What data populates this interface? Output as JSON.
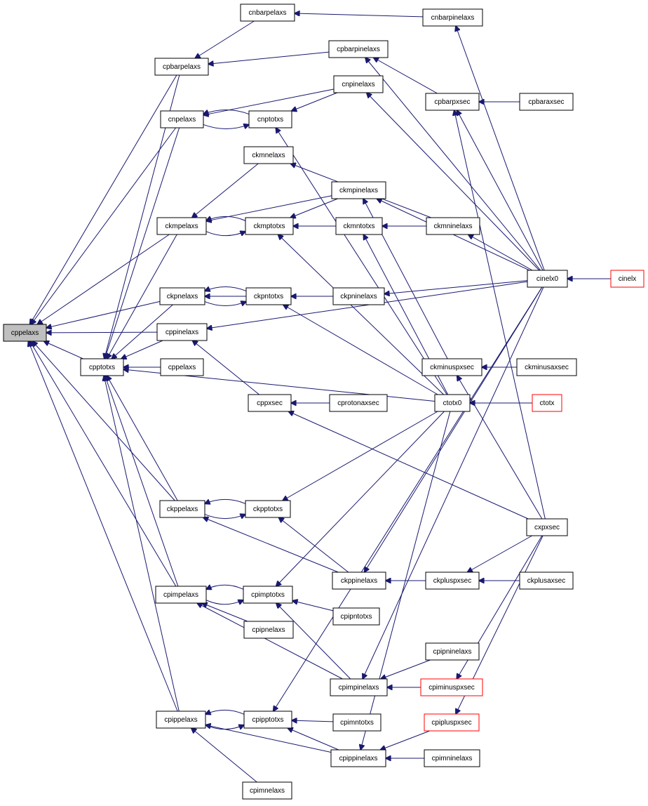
{
  "diagram": {
    "colors": {
      "edge": "#191970",
      "highlight_fill": "#bfbfbf",
      "red_border": "#ff0000",
      "normal_border": "#000000"
    },
    "nodes": [
      {
        "id": "cppelaxs",
        "label": "cppelaxs",
        "style": "highlight"
      },
      {
        "id": "cnbarpelaxs",
        "label": "cnbarpelaxs"
      },
      {
        "id": "cnbarpinelaxs",
        "label": "cnbarpinelaxs"
      },
      {
        "id": "cpbarpinelaxs",
        "label": "cpbarpinelaxs"
      },
      {
        "id": "cpbarpelaxs",
        "label": "cpbarpelaxs"
      },
      {
        "id": "cnpinelaxs",
        "label": "cnpinelaxs"
      },
      {
        "id": "cpbarpxsec",
        "label": "cpbarpxsec"
      },
      {
        "id": "cpbaraxsec",
        "label": "cpbaraxsec"
      },
      {
        "id": "cnpelaxs",
        "label": "cnpelaxs"
      },
      {
        "id": "cnptotxs",
        "label": "cnptotxs"
      },
      {
        "id": "ckmnelaxs",
        "label": "ckmnelaxs"
      },
      {
        "id": "ckmpinelaxs",
        "label": "ckmpinelaxs"
      },
      {
        "id": "ckmpelaxs",
        "label": "ckmpelaxs"
      },
      {
        "id": "ckmptotxs",
        "label": "ckmptotxs"
      },
      {
        "id": "ckmntotxs",
        "label": "ckmntotxs"
      },
      {
        "id": "ckmninelaxs",
        "label": "ckmninelaxs"
      },
      {
        "id": "cinelx0",
        "label": "cinelx0"
      },
      {
        "id": "cinelx",
        "label": "cinelx",
        "style": "red"
      },
      {
        "id": "ckpnelaxs",
        "label": "ckpnelaxs"
      },
      {
        "id": "ckpntotxs",
        "label": "ckpntotxs"
      },
      {
        "id": "ckpninelaxs",
        "label": "ckpninelaxs"
      },
      {
        "id": "cppinelaxs",
        "label": "cppinelaxs"
      },
      {
        "id": "cpptotxs",
        "label": "cpptotxs"
      },
      {
        "id": "cppelaxs2",
        "label": "cppelaxs"
      },
      {
        "id": "ckminuspxsec",
        "label": "ckminuspxsec"
      },
      {
        "id": "ckminusaxsec",
        "label": "ckminusaxsec"
      },
      {
        "id": "cppxsec",
        "label": "cppxsec"
      },
      {
        "id": "cprotonaxsec",
        "label": "cprotonaxsec"
      },
      {
        "id": "ctotx0",
        "label": "ctotx0"
      },
      {
        "id": "ctotx",
        "label": "ctotx",
        "style": "red"
      },
      {
        "id": "ckppelaxs",
        "label": "ckppelaxs"
      },
      {
        "id": "ckpptotxs",
        "label": "ckpptotxs"
      },
      {
        "id": "cxpxsec",
        "label": "cxpxsec"
      },
      {
        "id": "ckppinelaxs",
        "label": "ckppinelaxs"
      },
      {
        "id": "ckpluspxsec",
        "label": "ckpluspxsec"
      },
      {
        "id": "ckplusaxsec",
        "label": "ckplusaxsec"
      },
      {
        "id": "cpimpelaxs",
        "label": "cpimpelaxs"
      },
      {
        "id": "cpimptotxs",
        "label": "cpimptotxs"
      },
      {
        "id": "cpipntotxs",
        "label": "cpipntotxs"
      },
      {
        "id": "cpipnelaxs",
        "label": "cpipnelaxs"
      },
      {
        "id": "cpipninelaxs",
        "label": "cpipninelaxs"
      },
      {
        "id": "cpimpinelaxs",
        "label": "cpimpinelaxs"
      },
      {
        "id": "cpiminuspxsec",
        "label": "cpiminuspxsec",
        "style": "red"
      },
      {
        "id": "cpippelaxs",
        "label": "cpippelaxs"
      },
      {
        "id": "cpipptotxs",
        "label": "cpipptotxs"
      },
      {
        "id": "cpimntotxs",
        "label": "cpimntotxs"
      },
      {
        "id": "cpipluspxsec",
        "label": "cpipluspxsec",
        "style": "red"
      },
      {
        "id": "cpippinelaxs",
        "label": "cpippinelaxs"
      },
      {
        "id": "cpimninelaxs",
        "label": "cpimninelaxs"
      },
      {
        "id": "cpimnelaxs",
        "label": "cpimnelaxs"
      }
    ],
    "edges": [
      [
        "cnbarpinelaxs",
        "cnbarpelaxs"
      ],
      [
        "cnbarpelaxs",
        "cpbarpelaxs"
      ],
      [
        "cpbarpinelaxs",
        "cpbarpelaxs"
      ],
      [
        "cpbarpxsec",
        "cpbarpinelaxs"
      ],
      [
        "cpbaraxsec",
        "cpbarpxsec"
      ],
      [
        "cinelx0",
        "cnbarpinelaxs"
      ],
      [
        "cinelx0",
        "cpbarpinelaxs"
      ],
      [
        "cinelx0",
        "cnpinelaxs"
      ],
      [
        "cnpinelaxs",
        "cnptotxs"
      ],
      [
        "cnpinelaxs",
        "cnpelaxs"
      ],
      [
        "cnptotxs",
        "cnpelaxs"
      ],
      [
        "cnpelaxs",
        "cnptotxs"
      ],
      [
        "ctotx0",
        "cnptotxs"
      ],
      [
        "ckmninelaxs",
        "ckmnelaxs"
      ],
      [
        "ckmnelaxs",
        "ckmpelaxs"
      ],
      [
        "ckmpinelaxs",
        "ckmpelaxs"
      ],
      [
        "ckmpinelaxs",
        "ckmptotxs"
      ],
      [
        "ckmptotxs",
        "ckmpelaxs"
      ],
      [
        "ckmpelaxs",
        "ckmptotxs"
      ],
      [
        "ckmntotxs",
        "ckmptotxs"
      ],
      [
        "ckmninelaxs",
        "ckmntotxs"
      ],
      [
        "cinelx0",
        "ckmninelaxs"
      ],
      [
        "cinelx0",
        "ckmpinelaxs"
      ],
      [
        "ctotx0",
        "ckmptotxs"
      ],
      [
        "ctotx0",
        "ckmntotxs"
      ],
      [
        "ckminuspxsec",
        "ckmpinelaxs"
      ],
      [
        "cinelx",
        "cinelx0"
      ],
      [
        "ckpninelaxs",
        "ckpnelaxs"
      ],
      [
        "ckpninelaxs",
        "ckpntotxs"
      ],
      [
        "ckpntotxs",
        "ckpnelaxs"
      ],
      [
        "ckpnelaxs",
        "ckpntotxs"
      ],
      [
        "cinelx0",
        "ckpninelaxs"
      ],
      [
        "ctotx0",
        "ckpntotxs"
      ],
      [
        "cinelx0",
        "cppinelaxs"
      ],
      [
        "cppxsec",
        "cppinelaxs"
      ],
      [
        "cprotonaxsec",
        "cppxsec"
      ],
      [
        "cxpxsec",
        "cppxsec"
      ],
      [
        "ckminusaxsec",
        "ckminuspxsec"
      ],
      [
        "cxpxsec",
        "ckminuspxsec"
      ],
      [
        "ctotx",
        "ctotx0"
      ],
      [
        "ctotx0",
        "cpptotxs"
      ],
      [
        "cppelaxs2",
        "cpptotxs"
      ],
      [
        "cppinelaxs",
        "cpptotxs"
      ],
      [
        "cpptotxs",
        "cppelaxs"
      ],
      [
        "cppinelaxs",
        "cppelaxs"
      ],
      [
        "cpbarpelaxs",
        "cppelaxs"
      ],
      [
        "cnpelaxs",
        "cppelaxs"
      ],
      [
        "ckmpelaxs",
        "cppelaxs"
      ],
      [
        "ckpnelaxs",
        "cppelaxs"
      ],
      [
        "ckppelaxs",
        "cppelaxs"
      ],
      [
        "cpimpelaxs",
        "cppelaxs"
      ],
      [
        "cpippelaxs",
        "cppelaxs"
      ],
      [
        "cpbarpelaxs",
        "cpptotxs"
      ],
      [
        "cnpelaxs",
        "cpptotxs"
      ],
      [
        "ckmpelaxs",
        "cpptotxs"
      ],
      [
        "ckpnelaxs",
        "cpptotxs"
      ],
      [
        "ckppelaxs",
        "cpptotxs"
      ],
      [
        "cpimpelaxs",
        "cpptotxs"
      ],
      [
        "cpippelaxs",
        "cpptotxs"
      ],
      [
        "ckpptotxs",
        "ckppelaxs"
      ],
      [
        "ckppelaxs",
        "ckpptotxs"
      ],
      [
        "ckppinelaxs",
        "ckppelaxs"
      ],
      [
        "ckppinelaxs",
        "ckpptotxs"
      ],
      [
        "ctotx0",
        "ckpptotxs"
      ],
      [
        "ckpluspxsec",
        "ckppinelaxs"
      ],
      [
        "ckplusaxsec",
        "ckpluspxsec"
      ],
      [
        "cxpxsec",
        "ckpluspxsec"
      ],
      [
        "cinelx0",
        "ckppinelaxs"
      ],
      [
        "cpimptotxs",
        "cpimpelaxs"
      ],
      [
        "cpimpelaxs",
        "cpimptotxs"
      ],
      [
        "cpipntotxs",
        "cpimptotxs"
      ],
      [
        "cpipnelaxs",
        "cpimpelaxs"
      ],
      [
        "cpimpinelaxs",
        "cpimpelaxs"
      ],
      [
        "cpimpinelaxs",
        "cpimptotxs"
      ],
      [
        "ctotx0",
        "cpimptotxs"
      ],
      [
        "cpipninelaxs",
        "cpimpinelaxs"
      ],
      [
        "cpiminuspxsec",
        "cpimpinelaxs"
      ],
      [
        "cinelx0",
        "cpimpinelaxs"
      ],
      [
        "cxpxsec",
        "cpiminuspxsec"
      ],
      [
        "cpipptotxs",
        "cpippelaxs"
      ],
      [
        "cpippelaxs",
        "cpipptotxs"
      ],
      [
        "cpimntotxs",
        "cpipptotxs"
      ],
      [
        "cpippinelaxs",
        "cpippelaxs"
      ],
      [
        "cpippinelaxs",
        "cpipptotxs"
      ],
      [
        "cpimnelaxs",
        "cpippelaxs"
      ],
      [
        "cpimninelaxs",
        "cpippinelaxs"
      ],
      [
        "cpipluspxsec",
        "cpippinelaxs"
      ],
      [
        "ctotx0",
        "cpippinelaxs"
      ],
      [
        "cinelx0",
        "cpipptotxs"
      ],
      [
        "cxpxsec",
        "cpipluspxsec"
      ],
      [
        "cinelx0",
        "cpbarpxsec"
      ],
      [
        "cxpxsec",
        "cpbarpxsec"
      ]
    ]
  }
}
